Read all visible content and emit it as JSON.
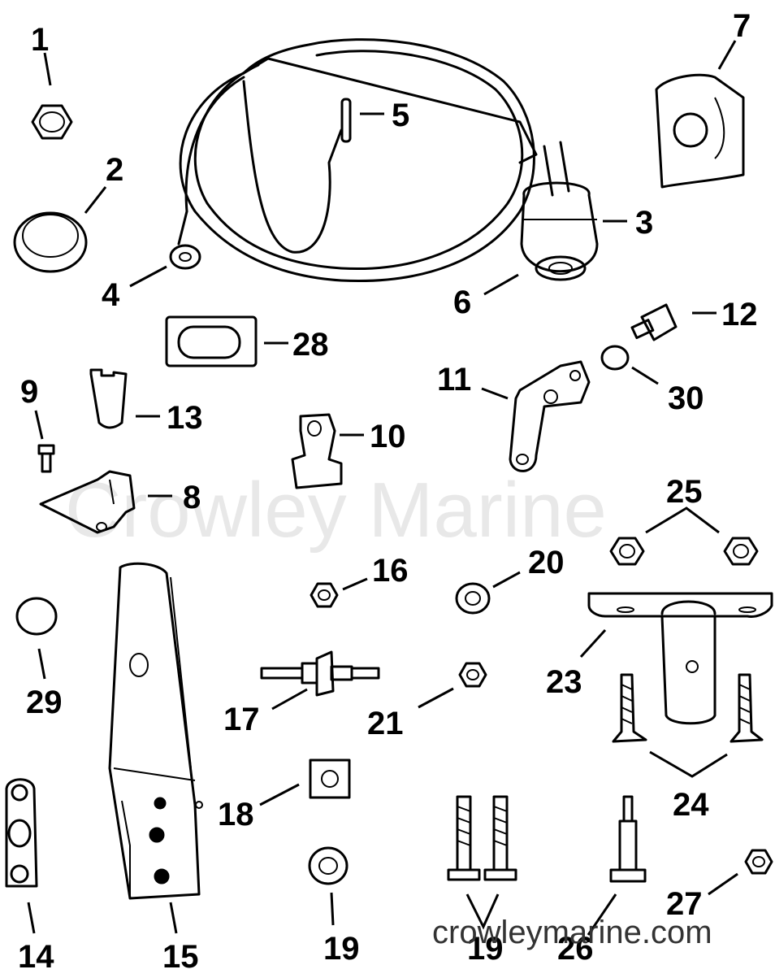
{
  "watermark": {
    "main": "Crowley Marine",
    "site": "crowleymarine.com"
  },
  "callouts": {
    "n1": "1",
    "n2": "2",
    "n3": "3",
    "n4": "4",
    "n5": "5",
    "n6": "6",
    "n7": "7",
    "n8": "8",
    "n9": "9",
    "n10": "10",
    "n11": "11",
    "n12": "12",
    "n13": "13",
    "n14": "14",
    "n15": "15",
    "n16": "16",
    "n17": "17",
    "n18": "18",
    "n19a": "19",
    "n19b": "19",
    "n20": "20",
    "n21": "21",
    "n23": "23",
    "n24": "24",
    "n25": "25",
    "n26": "26",
    "n27": "27",
    "n28": "28",
    "n29": "29",
    "n30": "30"
  }
}
